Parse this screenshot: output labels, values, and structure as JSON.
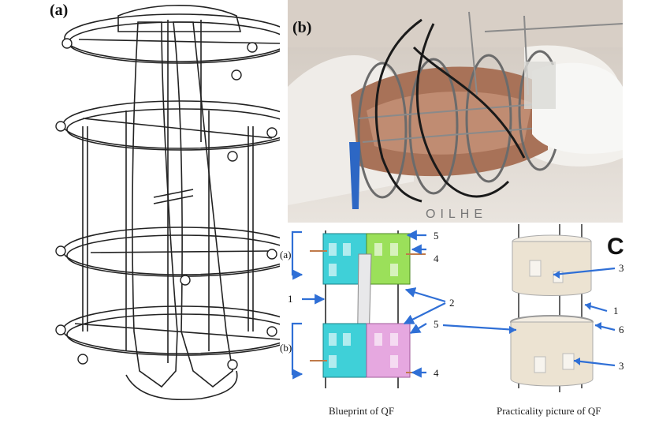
{
  "panels": {
    "a": {
      "label": "(a)"
    },
    "b": {
      "label": "(b)",
      "watermark": "OILHE"
    },
    "blueprint": {
      "caption": "Blueprint of QF",
      "callouts": {
        "n5": "5",
        "n4a": "4",
        "n2": "2",
        "n1": "1",
        "n5b": "5",
        "n4b": "4",
        "a": "(a)",
        "b": "(b)"
      }
    },
    "photo": {
      "label": "C",
      "caption": "Practicality picture of QF",
      "callouts": {
        "n3a": "3",
        "n1": "1",
        "n6": "6",
        "n3b": "3"
      }
    }
  },
  "colors": {
    "cyan_part": "#3fd0d8",
    "green_part": "#9be05a",
    "pink_part": "#e6a8e0",
    "arrow_blue": "#2f6fd6",
    "skin": "#b07a60"
  }
}
